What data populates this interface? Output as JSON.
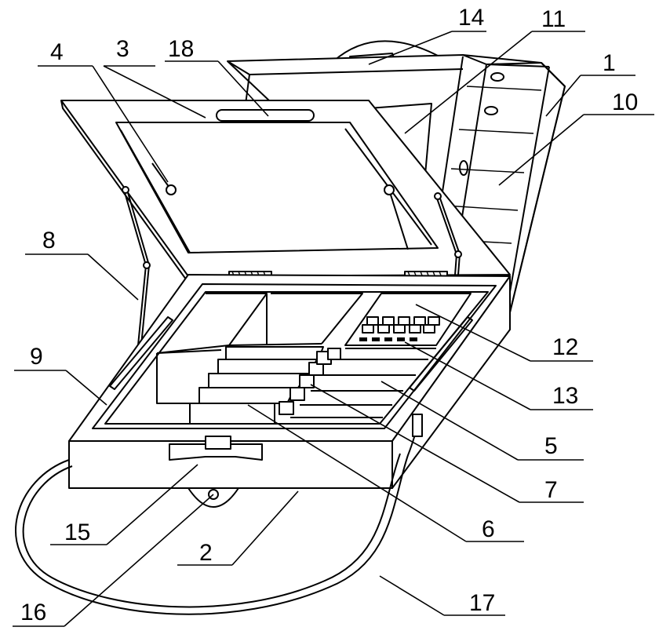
{
  "figure": {
    "labels": [
      "1",
      "2",
      "3",
      "4",
      "5",
      "6",
      "7",
      "8",
      "9",
      "10",
      "11",
      "12",
      "13",
      "14",
      "15",
      "16",
      "17",
      "18"
    ],
    "keypad_keys": [
      "",
      "",
      "",
      "",
      "",
      "",
      "",
      "",
      "",
      "",
      ""
    ]
  }
}
